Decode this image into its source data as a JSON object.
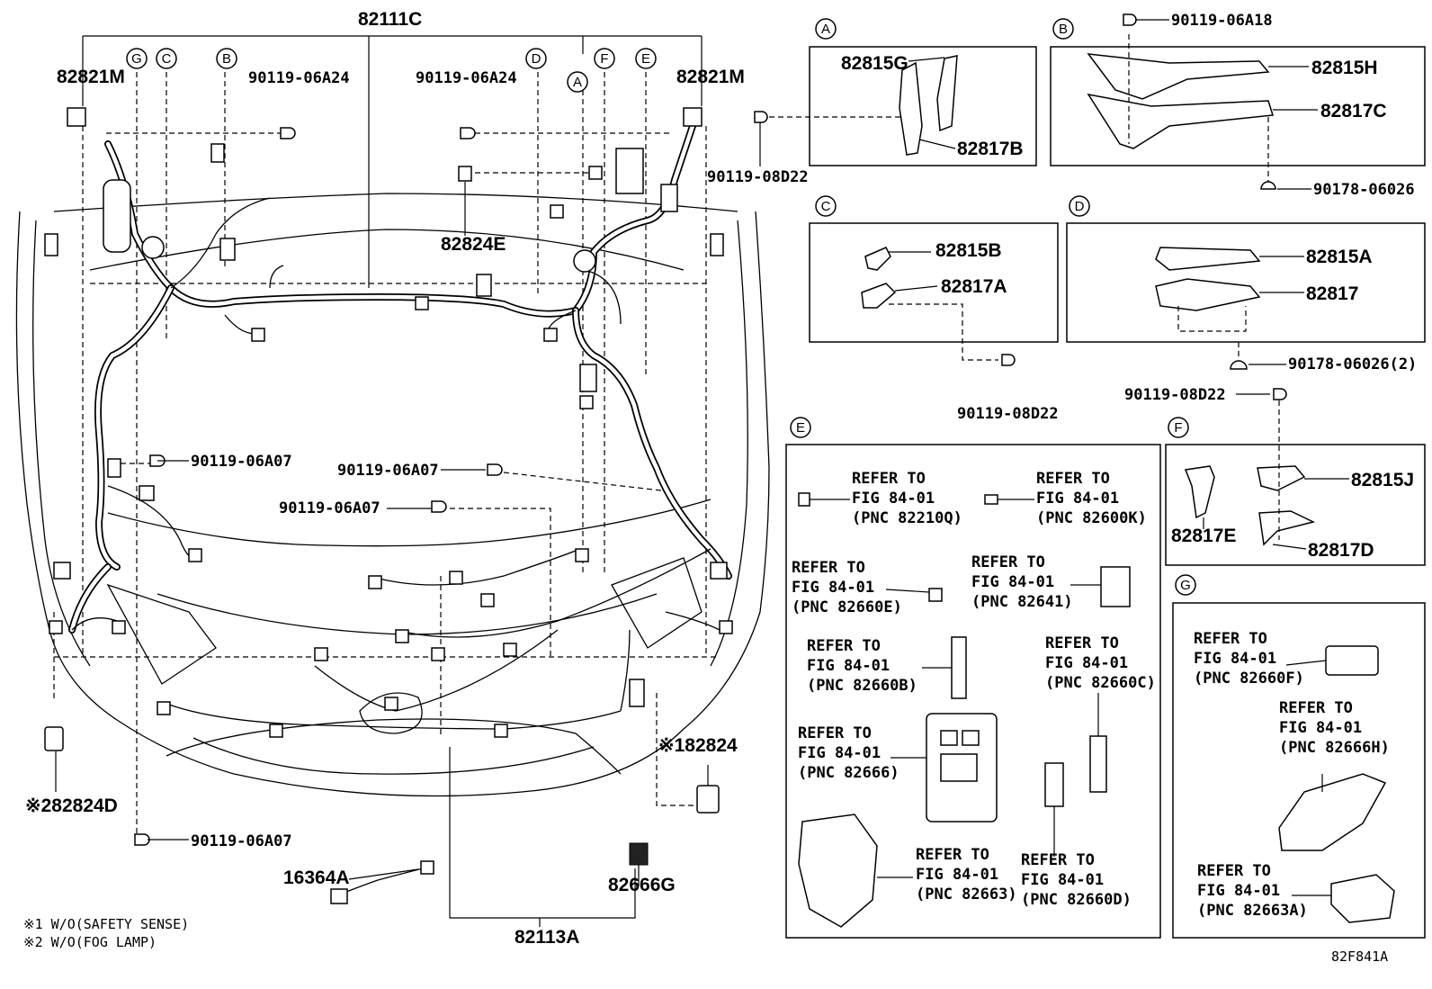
{
  "diagram": {
    "main_harness": "82111C",
    "engine_room_harness": "82113A",
    "oxygen_sensor": "16364A",
    "labels": {
      "l_82821m_left": "82821M",
      "l_82821m_right": "82821M",
      "l_90119_06a24_a": "90119-06A24",
      "l_90119_06a24_b": "90119-06A24",
      "l_82824e": "82824E",
      "l_90119_06a07_a": "90119-06A07",
      "l_90119_06a07_b": "90119-06A07",
      "l_90119_06a07_c": "90119-06A07",
      "l_90119_06a07_d": "90119-06A07",
      "l_82824d": "※282824D",
      "l_82824": "※182824",
      "l_82666g": "82666G",
      "l_90119_08d22_a": "90119-08D22",
      "l_90119_08d22_b": "90119-08D22",
      "l_90119_08d22_c": "90119-08D22",
      "l_90119_06a18": "90119-06A18",
      "l_90178_06026": "90178-06026",
      "l_90178_06026_2": "90178-06026(2)",
      "l_82815g": "82815G",
      "l_82817b": "82817B",
      "l_82815h": "82815H",
      "l_82817c": "82817C",
      "l_82815b": "82815B",
      "l_82817a": "82817A",
      "l_82815a": "82815A",
      "l_82817": "82817",
      "l_82815j": "82815J",
      "l_82817e": "82817E",
      "l_82817d": "82817D"
    },
    "circle_letters": {
      "g": "G",
      "c": "C",
      "b": "B",
      "d": "D",
      "a": "A",
      "f": "F",
      "e": "E"
    },
    "section_letters": {
      "a": "A",
      "b": "B",
      "c": "C",
      "d": "D",
      "e": "E",
      "f": "F",
      "g": "G"
    },
    "refer": {
      "line1": "REFER TO",
      "line2": "FIG 84-01",
      "pnc_82210q": "(PNC 82210Q)",
      "pnc_82600k": "(PNC 82600K)",
      "pnc_82660e": "(PNC 82660E)",
      "pnc_82641": "(PNC 82641)",
      "pnc_82660b": "(PNC 82660B)",
      "pnc_82660c": "(PNC 82660C)",
      "pnc_82666": "(PNC 82666)",
      "pnc_82663": "(PNC 82663)",
      "pnc_82660d": "(PNC 82660D)",
      "pnc_82660f": "(PNC 82660F)",
      "pnc_82666h": "(PNC 82666H)",
      "pnc_82663a": "(PNC 82663A)"
    },
    "notes": {
      "note1": "※1 W/O(SAFETY SENSE)",
      "note2": "※2 W/O(FOG LAMP)"
    },
    "figure_code": "82F841A"
  }
}
